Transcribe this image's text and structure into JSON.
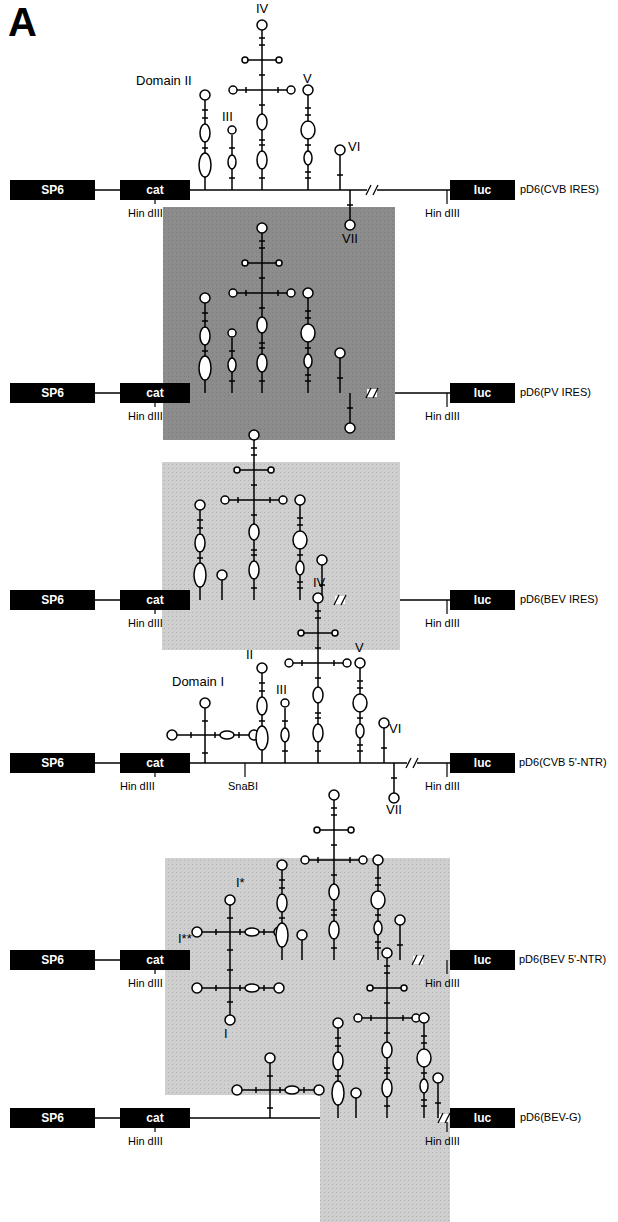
{
  "diagram": {
    "nodes": [
      {
        "text": [
          "SP6"
        ]
      },
      {
        "text": [
          "cat"
        ]
      },
      {
        "text": [
          "luc"
        ]
      },
      {
        "text": [
          "SP6"
        ]
      },
      {
        "text": [
          "cat"
        ]
      },
      {
        "text": [
          "luc"
        ]
      },
      {
        "text": [
          "SP6"
        ]
      },
      {
        "text": [
          "cat"
        ]
      },
      {
        "text": [
          "luc"
        ]
      },
      {
        "text": [
          "SP6"
        ]
      },
      {
        "text": [
          "cat"
        ]
      },
      {
        "text": [
          "luc"
        ]
      },
      {
        "text": [
          "SP6"
        ]
      },
      {
        "text": [
          "cat"
        ]
      },
      {
        "text": [
          "luc"
        ]
      },
      {
        "text": [
          "SP6"
        ]
      },
      {
        "text": [
          "cat"
        ]
      },
      {
        "text": [
          "luc"
        ]
      }
    ],
    "edges": [
      {
        "from": 0,
        "to": 1,
        "arrow": "none"
      },
      {
        "from": 1,
        "to": 2,
        "arrow": "none"
      },
      {
        "from": 3,
        "to": 4,
        "arrow": "none"
      },
      {
        "from": 4,
        "to": 5,
        "arrow": "none"
      },
      {
        "from": 6,
        "to": 7,
        "arrow": "none"
      },
      {
        "from": 7,
        "to": 8,
        "arrow": "none"
      },
      {
        "from": 9,
        "to": 10,
        "arrow": "none"
      },
      {
        "from": 10,
        "to": 11,
        "arrow": "none"
      },
      {
        "from": 12,
        "to": 13,
        "arrow": "none"
      },
      {
        "from": 13,
        "to": 14,
        "arrow": "none"
      },
      {
        "from": 15,
        "to": 16,
        "arrow": "none"
      },
      {
        "from": 16,
        "to": 17,
        "arrow": "none"
      }
    ],
    "labels": [
      "A",
      "Domain II",
      "III",
      "IV",
      "V",
      "VI",
      "VII",
      "Hin dIII",
      "Hin dIII",
      "pD6(CVB IRES)",
      "Hin dIII",
      "Hin dIII",
      "pD6(PV IRES)",
      "Hin dIII",
      "Hin dIII",
      "pD6(BEV IRES)",
      "Domain I",
      "II",
      "III",
      "IV",
      "V",
      "VI",
      "VII",
      "Hin dIII",
      "SnaBI",
      "Hin dIII",
      "pD6(CVB 5'-NTR)",
      "I*",
      "I**",
      "I",
      "Hin dIII",
      "Hin dIII",
      "pD6(BEV 5'-NTR)",
      "Hin dIII",
      "Hin dIII",
      "pD6(BEV-G)"
    ]
  }
}
